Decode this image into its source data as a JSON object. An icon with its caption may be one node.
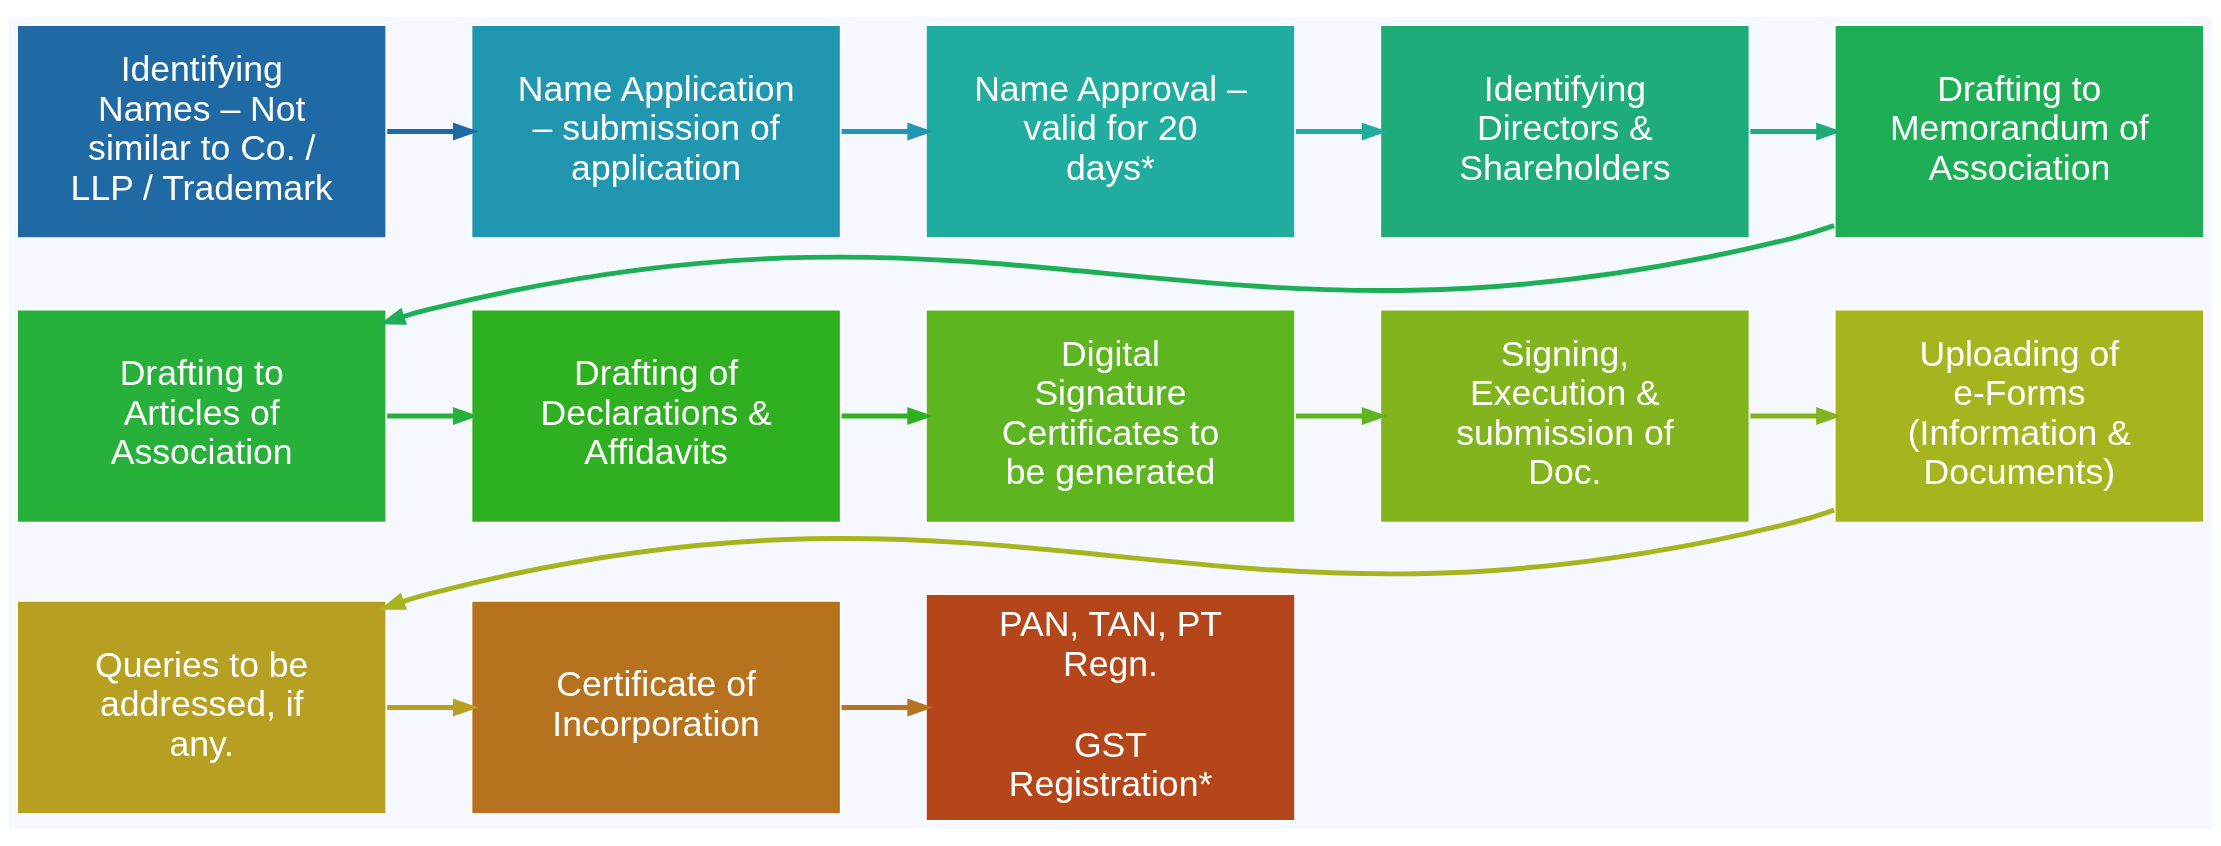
{
  "diagram": {
    "nodes": [
      {
        "text": [
          "Identifying Names – Not similar to Co. / LLP / Trademark"
        ]
      },
      {
        "text": [
          "Name Application – submission of application"
        ]
      },
      {
        "text": [
          "Name Approval – valid for 20 days*"
        ]
      },
      {
        "text": [
          "Identifying Directors & Shareholders"
        ]
      },
      {
        "text": [
          "Drafting to Memorandum of Association"
        ]
      },
      {
        "text": [
          "Drafting to Articles of Association"
        ]
      },
      {
        "text": [
          "Drafting of Declarations & Affidavits"
        ]
      },
      {
        "text": [
          "Digital Signature Certificates to be generated"
        ]
      },
      {
        "text": [
          "Signing, Execution & submission of Doc."
        ]
      },
      {
        "text": [
          "Uploading of e-Forms (Information & Documents)"
        ]
      },
      {
        "text": [
          "Queries to be addressed, if any."
        ]
      },
      {
        "text": [
          "Certificate of Incorporation"
        ]
      },
      {
        "text": [
          "PAN, TAN, PT Regn.",
          "GST Registration*"
        ]
      }
    ],
    "edges": [
      {
        "from": 0,
        "to": 1,
        "arrow": "to",
        "color": "#1f6aa5"
      },
      {
        "from": 1,
        "to": 2,
        "arrow": "to",
        "color": "#2196b0"
      },
      {
        "from": 2,
        "to": 3,
        "arrow": "to",
        "color": "#20ada0"
      },
      {
        "from": 3,
        "to": 4,
        "arrow": "to",
        "color": "#1eac78"
      },
      {
        "from": 4,
        "to": 5,
        "arrow": "to",
        "color": "#1eae55"
      },
      {
        "from": 5,
        "to": 6,
        "arrow": "to",
        "color": "#27b03a"
      },
      {
        "from": 6,
        "to": 7,
        "arrow": "to",
        "color": "#2fb020"
      },
      {
        "from": 7,
        "to": 8,
        "arrow": "to",
        "color": "#5db520"
      },
      {
        "from": 8,
        "to": 9,
        "arrow": "to",
        "color": "#82b41e"
      },
      {
        "from": 9,
        "to": 10,
        "arrow": "to",
        "color": "#a6b51d"
      },
      {
        "from": 10,
        "to": 11,
        "arrow": "to",
        "color": "#b7a021"
      },
      {
        "from": 11,
        "to": 12,
        "arrow": "to",
        "color": "#b6721e"
      }
    ]
  }
}
